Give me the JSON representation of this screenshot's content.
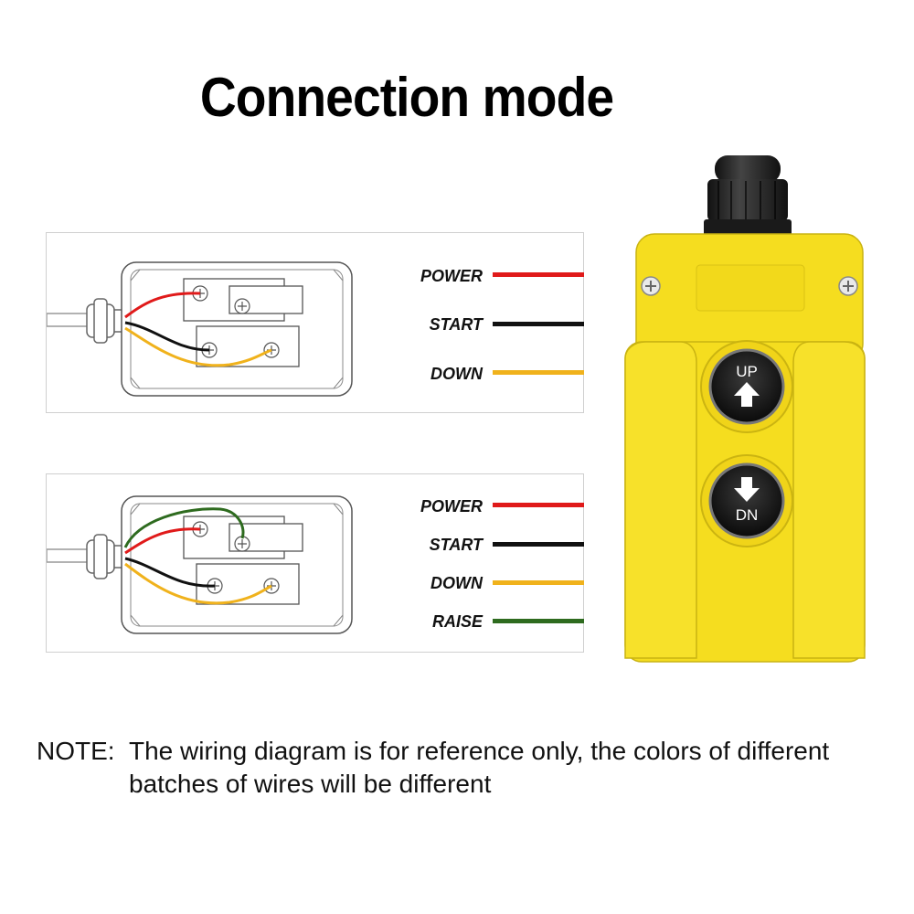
{
  "title": "Connection mode",
  "diagram_3wire": {
    "legend": [
      {
        "label": "POWER",
        "color": "#e01a1a"
      },
      {
        "label": "START",
        "color": "#111111"
      },
      {
        "label": "DOWN",
        "color": "#f0b21c"
      }
    ]
  },
  "diagram_4wire": {
    "legend": [
      {
        "label": "POWER",
        "color": "#e01a1a"
      },
      {
        "label": "START",
        "color": "#111111"
      },
      {
        "label": "DOWN",
        "color": "#f0b21c"
      },
      {
        "label": "RAISE",
        "color": "#2e6b1f"
      }
    ]
  },
  "device": {
    "up_button_label": "UP",
    "down_button_label": "DN",
    "body_color": "#f5dd1f"
  },
  "note": {
    "prefix": "NOTE:",
    "line1": "The wiring diagram is for reference only, the colors of different",
    "line2": "batches of wires will be different"
  }
}
